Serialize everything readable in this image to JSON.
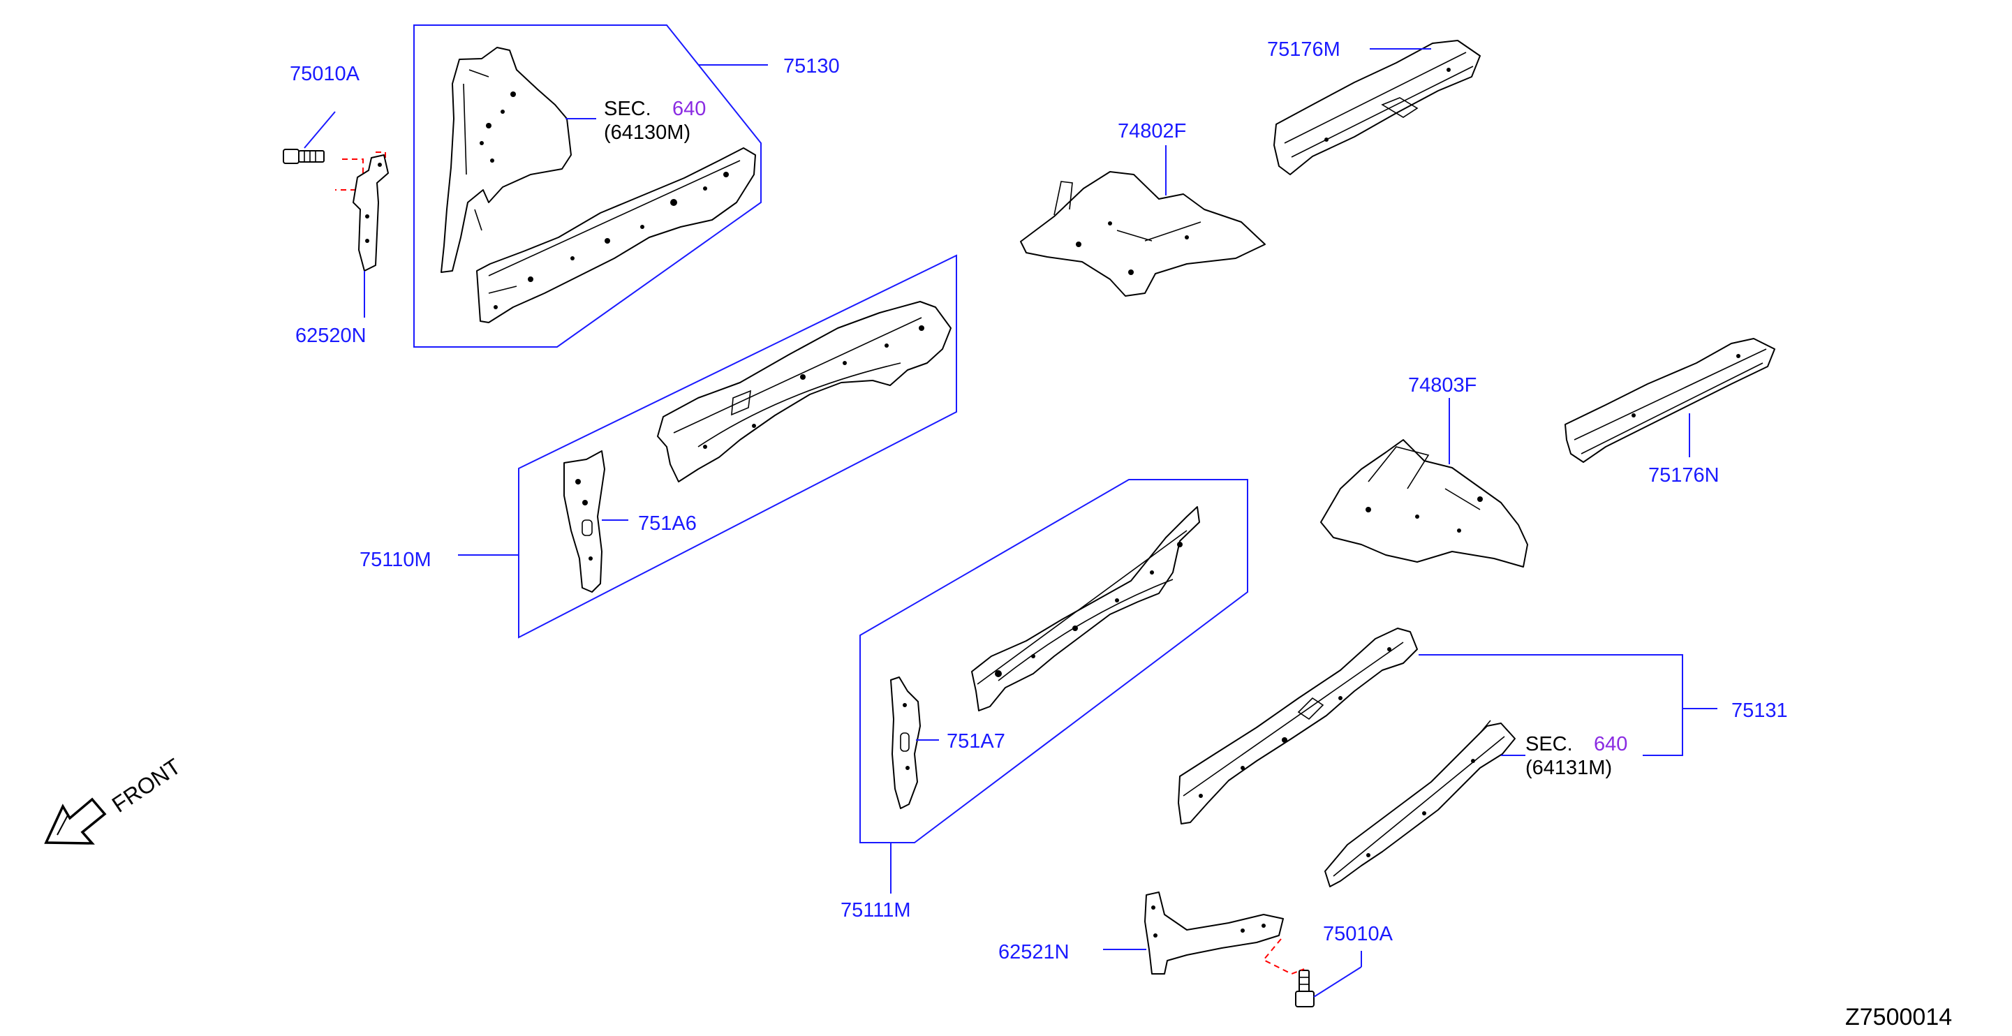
{
  "diagram_code": "Z7500014",
  "front_label": "FRONT",
  "sections": [
    {
      "prefix": "SEC.",
      "number": "640",
      "sub": "(64130M)"
    },
    {
      "prefix": "SEC.",
      "number": "640",
      "sub": "(64131M)"
    }
  ],
  "labels": {
    "p75010a_top": "75010A",
    "p62520n": "62520N",
    "p75130": "75130",
    "p75110m": "75110M",
    "p751a6": "751A6",
    "p74802f": "74802F",
    "p75176m": "75176M",
    "p74803f": "74803F",
    "p75176n": "75176N",
    "p751a7": "751A7",
    "p75111m": "75111M",
    "p75131": "75131",
    "p62521n": "62521N",
    "p75010a_bottom": "75010A"
  },
  "colors": {
    "label": "#1a1aff",
    "section_number": "#8a2be2",
    "hint_line": "#ff0000",
    "drawing": "#000000"
  }
}
